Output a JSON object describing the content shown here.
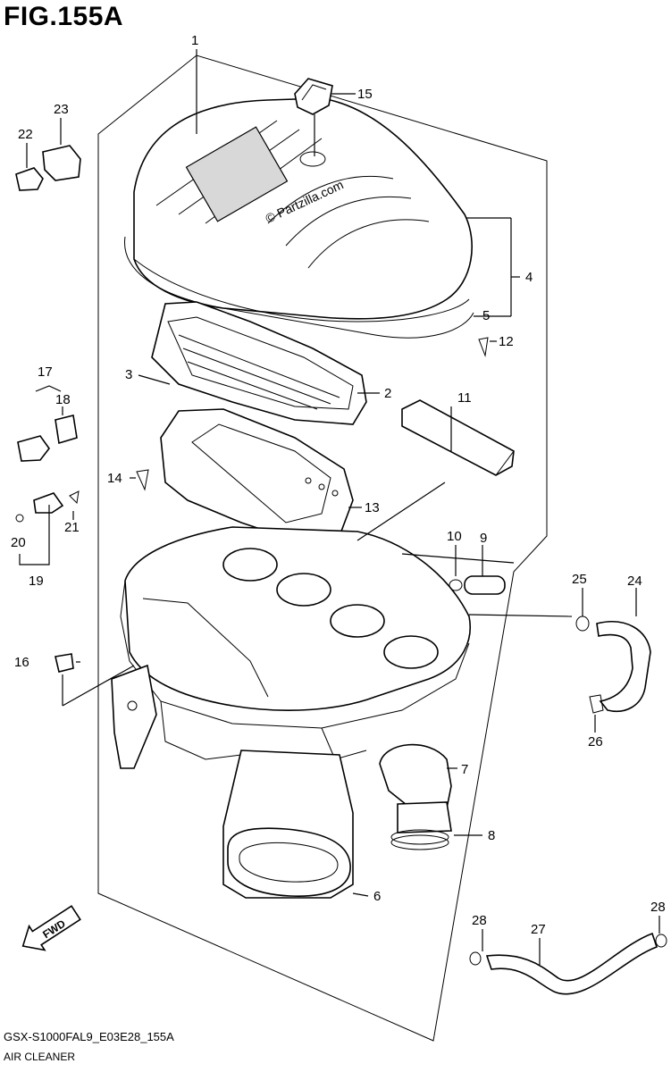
{
  "figure": {
    "title": "FIG.155A",
    "model_code": "GSX-S1000FAL9_E03E28_155A",
    "caption": "AIR CLEANER",
    "watermark": "© Partzilla.com",
    "direction_badge": "FWD"
  },
  "callouts": {
    "c1": "1",
    "c2": "2",
    "c3": "3",
    "c4": "4",
    "c5": "5",
    "c6": "6",
    "c7": "7",
    "c8": "8",
    "c9": "9",
    "c10": "10",
    "c11": "11",
    "c12": "12",
    "c13": "13",
    "c14": "14",
    "c15": "15",
    "c16": "16",
    "c17": "17",
    "c18": "18",
    "c19": "19",
    "c20": "20",
    "c21": "21",
    "c22": "22",
    "c23": "23",
    "c24": "24",
    "c25": "25",
    "c26": "26",
    "c27": "27",
    "c28a": "28",
    "c28b": "28"
  }
}
